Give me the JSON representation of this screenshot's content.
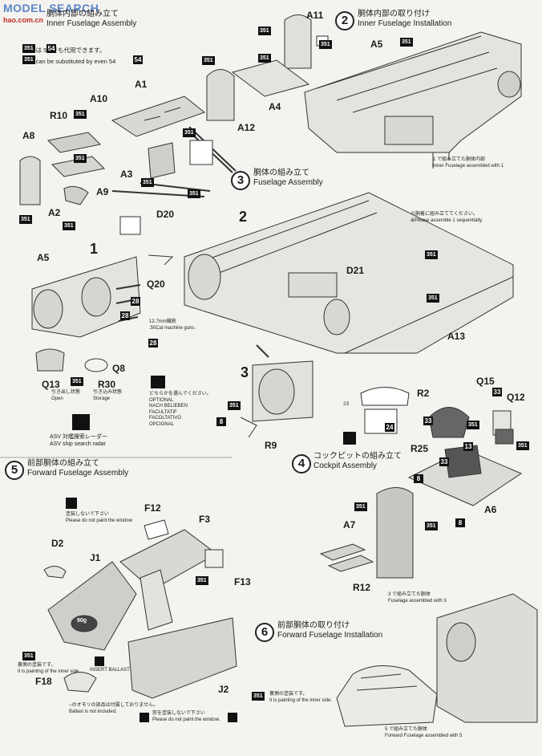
{
  "watermark": {
    "brand": "MODEL SEARCH",
    "sub": "hao.com.cn"
  },
  "badges": {
    "paint_351": "351",
    "paint_54": "54",
    "paint_28": "28",
    "paint_33": "33",
    "paint_8": "8",
    "paint_13": "13",
    "paint_24": "24",
    "paint_23": "23"
  },
  "top_note": {
    "line1": "351 は 54 でも代用できます。",
    "line2": "351 can be substituted by even 54"
  },
  "step1": {
    "title_jp": "胴体内部の組み立て",
    "title_en": "Inner Fuselage Assembly"
  },
  "step2": {
    "number": "2",
    "title_jp": "胴体内部の取り付け",
    "title_en": "Inner Fuselage Installation",
    "note_jp": "1 で組み立てた胴体内部",
    "note_en": "Inner Fuselage assembled with 1"
  },
  "step3": {
    "number": "3",
    "title_jp": "胴体の組み立て",
    "title_en": "Fuselage Assembly",
    "note_jp": "※胴着に組み立ててください。",
    "note_en": "※Please assemble 1 sequentially."
  },
  "step4": {
    "number": "4",
    "title_jp": "コックピットの組み立て",
    "title_en": "Cockpit Assembly"
  },
  "step5": {
    "number": "5",
    "title_jp": "前部胴体の組み立て",
    "title_en": "Forward Fuselage Assembly"
  },
  "step6": {
    "number": "6",
    "title_jp": "前部胴体の取り付け",
    "title_en": "Forward Fuselage Installation",
    "note3_jp": "3 で組み立てた胴体",
    "note3_en": "Fuselage assembled with 3",
    "note5_jp": "5 で組み立てた胴体",
    "note5_en": "Forward Fuselage assembled with 5"
  },
  "parts": {
    "A11": "A11",
    "A5": "A5",
    "A5b": "A5",
    "A1": "A1",
    "A10": "A10",
    "A4": "A4",
    "A12": "A12",
    "R10": "R10",
    "A8": "A8",
    "A3": "A3",
    "A9": "A9",
    "A2": "A2",
    "D20": "D20",
    "Q20": "Q20",
    "D21": "D21",
    "A13": "A13",
    "Q13": "Q13",
    "Q8": "Q8",
    "R30": "R30",
    "R9": "R9",
    "R2": "R2",
    "Q15": "Q15",
    "Q12": "Q12",
    "R25": "R25",
    "A6": "A6",
    "A7": "A7",
    "R12": "R12",
    "F12": "F12",
    "F3": "F3",
    "D2": "D2",
    "J1": "J1",
    "F13": "F13",
    "J2": "J2",
    "F18": "F18",
    "step2_ref": "2",
    "step3_ref": "3",
    "roman1": "1"
  },
  "notes": {
    "mg_jp": "12.7mm機銃",
    "mg_en": ".50Cal machine guns.",
    "open_jp": "引き出し状態",
    "open_en": "Open",
    "storage_jp": "引き込み状態",
    "storage_en": "Storage",
    "optional_jp": "どちらかを選んでください。",
    "optional_en": "OPTIONAL",
    "optional_de": "NACH BELIEBEN",
    "optional_fr": "FACULTATIF",
    "optional_it": "FACOLTATIVO",
    "optional_es": "OPCIONAL",
    "radar_jp": "ASV 対艦捜索レーダー",
    "radar_en": "ASV ship search radar",
    "nopaint_jp": "塗装しないで下さい",
    "nopaint_en": "Please do not paint the window",
    "inner_jp": "裏側の塗装です。",
    "inner_en": "It is painting of the inner side.",
    "ballast_jp": "○のオモリの部品は付属しておりません。",
    "ballast_en": "Ballast is not included.",
    "insert_ballast": "INSERT BALLAST",
    "weight": "90g",
    "window_jp": "窓を塗装しないで下さい",
    "window_en": "Please do not paint the window.",
    "inner2_jp": "裏側の塗装です。",
    "inner2_en": "It is painting of the inner side."
  }
}
